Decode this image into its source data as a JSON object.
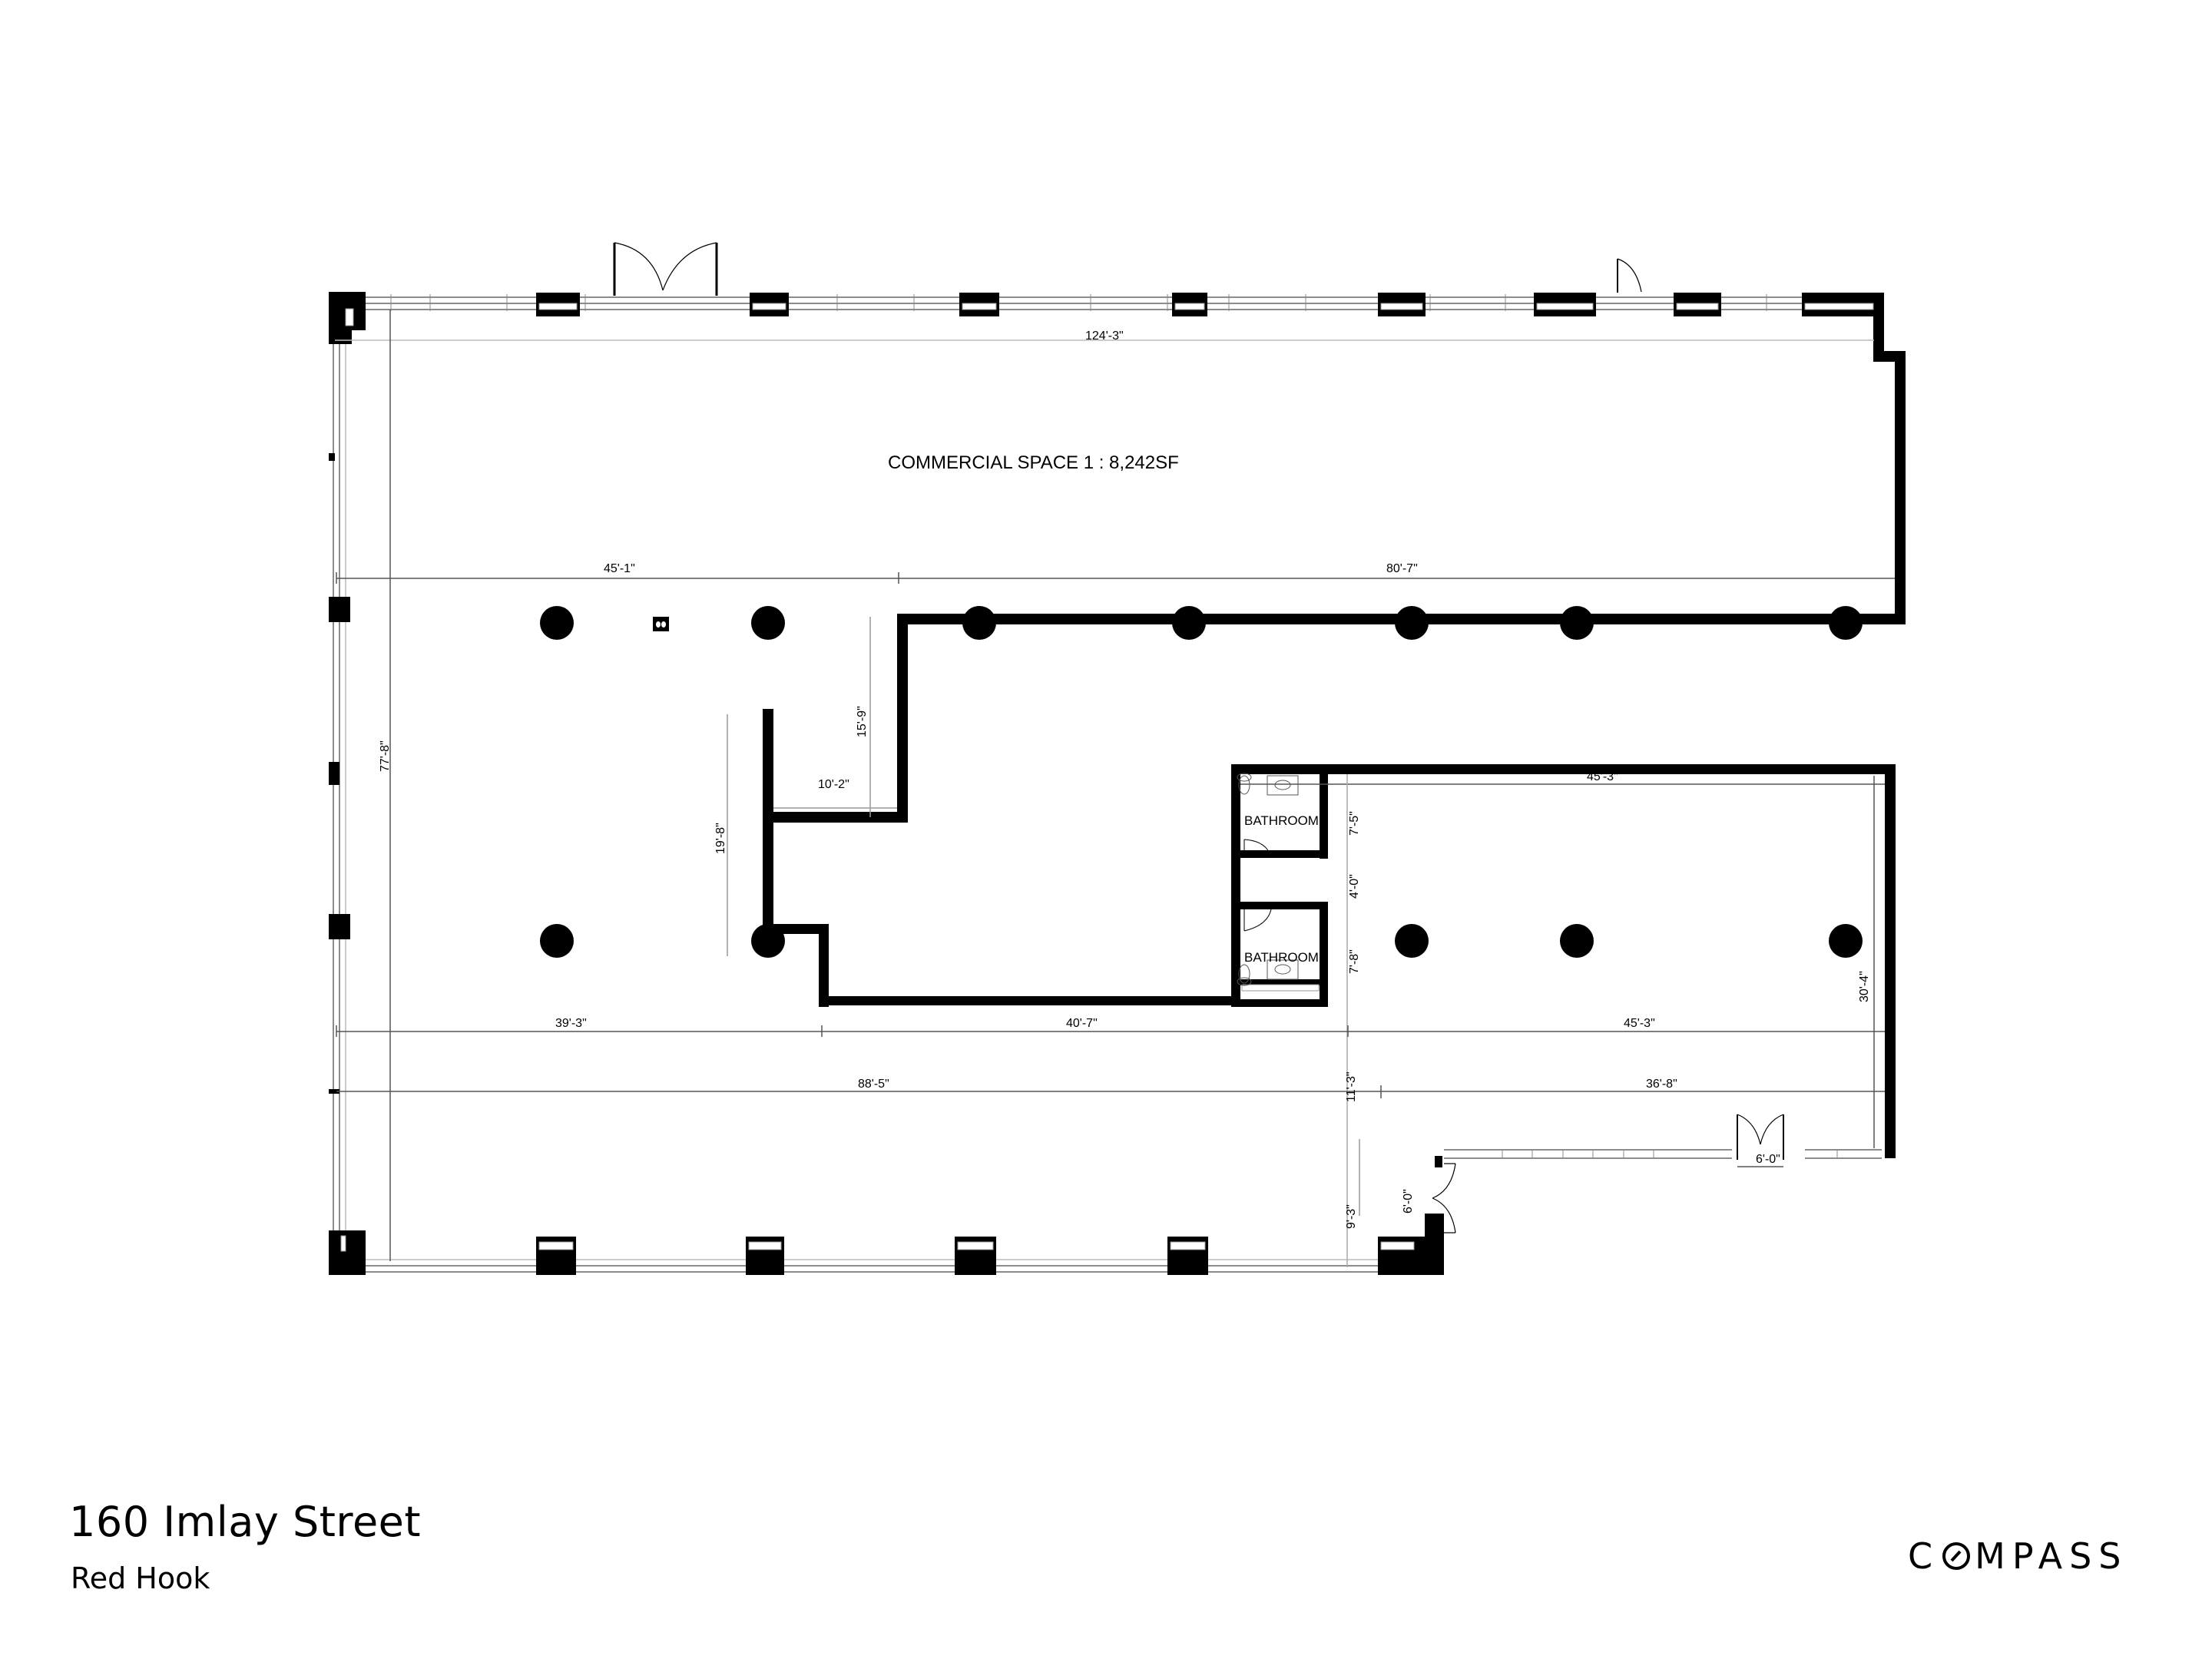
{
  "plan": {
    "space_label": "COMMERCIAL SPACE 1 : 8,242SF",
    "rooms": [
      {
        "label": "BATHROOM"
      },
      {
        "label": "BATHROOM"
      }
    ],
    "dimensions": {
      "overall_width_top": "124'-3\"",
      "upper_left": "45'-1\"",
      "upper_right": "80'-7\"",
      "overall_depth_left": "77'-8\"",
      "notch_depth": "15'-9\"",
      "notch_width": "10'-2\"",
      "inner_wall_height": "19'-8\"",
      "east_block_width": "45'-3\"",
      "bath_upper": "7'-5\"",
      "bath_corridor": "4'-0\"",
      "bath_lower": "7'-8\"",
      "east_block_depth": "30'-4\"",
      "lower_left": "39'-3\"",
      "lower_mid": "40'-7\"",
      "lower_right": "45'-3\"",
      "south_strip_width": "88'-5\"",
      "south_strip_depth": "11'-3\"",
      "entry_width": "36'-8\"",
      "entry_depth": "9'-3\"",
      "side_door_width": "6'-0\"",
      "double_door_width": "6'-0\""
    }
  },
  "footer": {
    "address": "160 Imlay Street",
    "neighborhood": "Red Hook",
    "brand": "COMPASS",
    "brand_prefix": "C",
    "brand_suffix": "MPASS"
  },
  "colors": {
    "wall": "#000000",
    "dimension_line": "#555555",
    "glazing": "#777777",
    "background": "#ffffff"
  }
}
